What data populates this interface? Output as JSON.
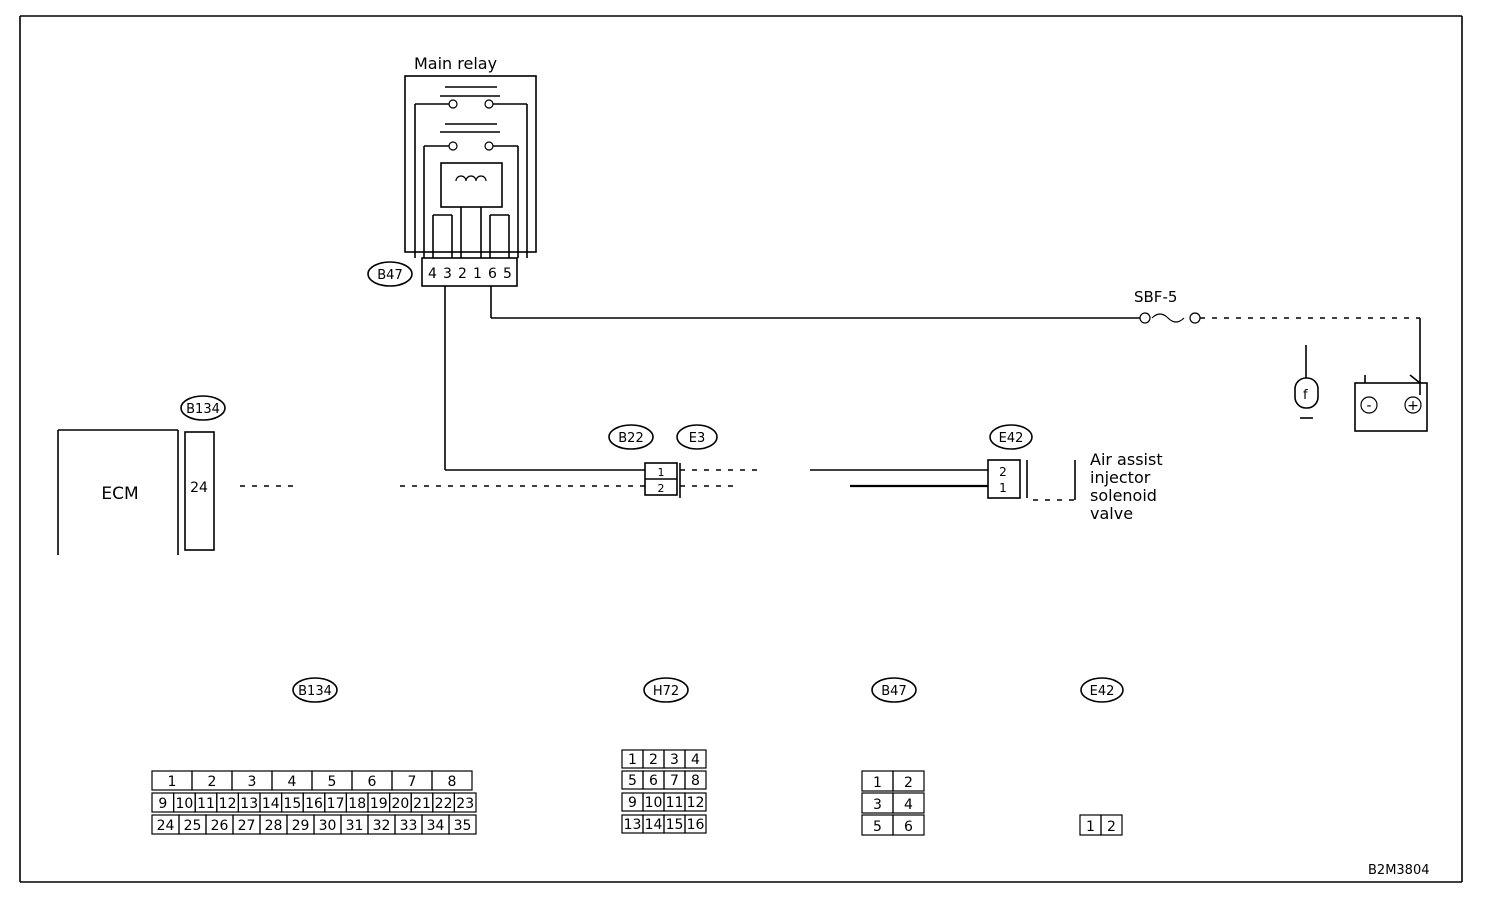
{
  "labels": {
    "main_relay": "Main relay",
    "ecm": "ECM",
    "ecm_pin": "24",
    "fuse": "SBF-5",
    "valve_line1": "Air assist",
    "valve_line2": "injector",
    "valve_line3": "solenoid",
    "valve_line4": "valve",
    "diagram_code": "B2M3804",
    "terminal_plus": "+",
    "terminal_minus": "-"
  },
  "connector_ids": {
    "b47_top": "B47",
    "b134_top": "B134",
    "b22": "B22",
    "e3": "E3",
    "e42_top": "E42",
    "b134_bottom": "B134",
    "h72_bottom": "H72",
    "b47_bottom": "B47",
    "e42_bottom": "E42"
  },
  "relay_pins": [
    "4",
    "3",
    "2",
    "1",
    "6",
    "5"
  ],
  "joint_pins": [
    "1",
    "2"
  ],
  "valve_pins": [
    "2",
    "1"
  ],
  "b134_pins": {
    "row1": [
      "1",
      "2",
      "3",
      "4",
      "5",
      "6",
      "7",
      "8"
    ],
    "row2": [
      "9",
      "10",
      "11",
      "12",
      "13",
      "14",
      "15",
      "16",
      "17",
      "18",
      "19",
      "20",
      "21",
      "22",
      "23"
    ],
    "row3": [
      "24",
      "25",
      "26",
      "27",
      "28",
      "29",
      "30",
      "31",
      "32",
      "33",
      "34",
      "35"
    ]
  },
  "h72_pins": {
    "row1": [
      "1",
      "2",
      "3",
      "4"
    ],
    "row2": [
      "5",
      "6",
      "7",
      "8"
    ],
    "row3": [
      "9",
      "10",
      "11",
      "12"
    ],
    "row4": [
      "13",
      "14",
      "15",
      "16"
    ]
  },
  "b47_pins": {
    "row1": [
      "1",
      "2"
    ],
    "row2": [
      "3",
      "4"
    ],
    "row3": [
      "5",
      "6"
    ]
  },
  "e42_pins": [
    "1",
    "2"
  ]
}
